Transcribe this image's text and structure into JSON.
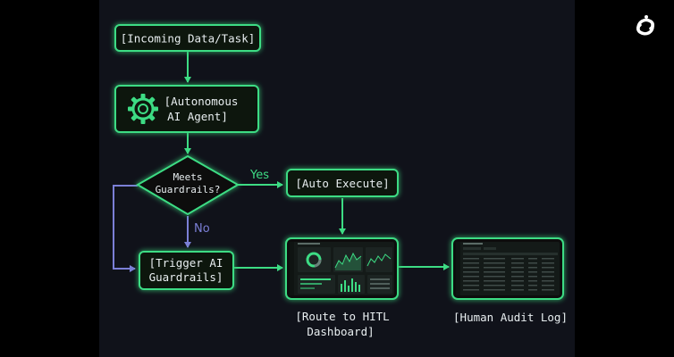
{
  "flowchart": {
    "nodes": {
      "incoming": "[Incoming Data/Task]",
      "agent_line1": "[Autonomous",
      "agent_line2": "AI Agent]",
      "decision_line1": "Meets",
      "decision_line2": "Guardrails?",
      "auto_execute": "[Auto Execute]",
      "trigger_line1": "[Trigger AI",
      "trigger_line2": "Guardrails]",
      "hitl_line1": "[Route to HITL",
      "hitl_line2": "Dashboard]",
      "audit_log": "[Human Audit Log]"
    },
    "edges": {
      "yes": "Yes",
      "no": "No"
    },
    "icons": {
      "agent": "gear-icon",
      "corner_logo": "swirl-logo-icon"
    },
    "colors": {
      "accent_green": "#3ddc84",
      "loop_purple": "#7b7fd6",
      "panel_bg": "#10121a",
      "node_bg": "#0c1410"
    }
  }
}
